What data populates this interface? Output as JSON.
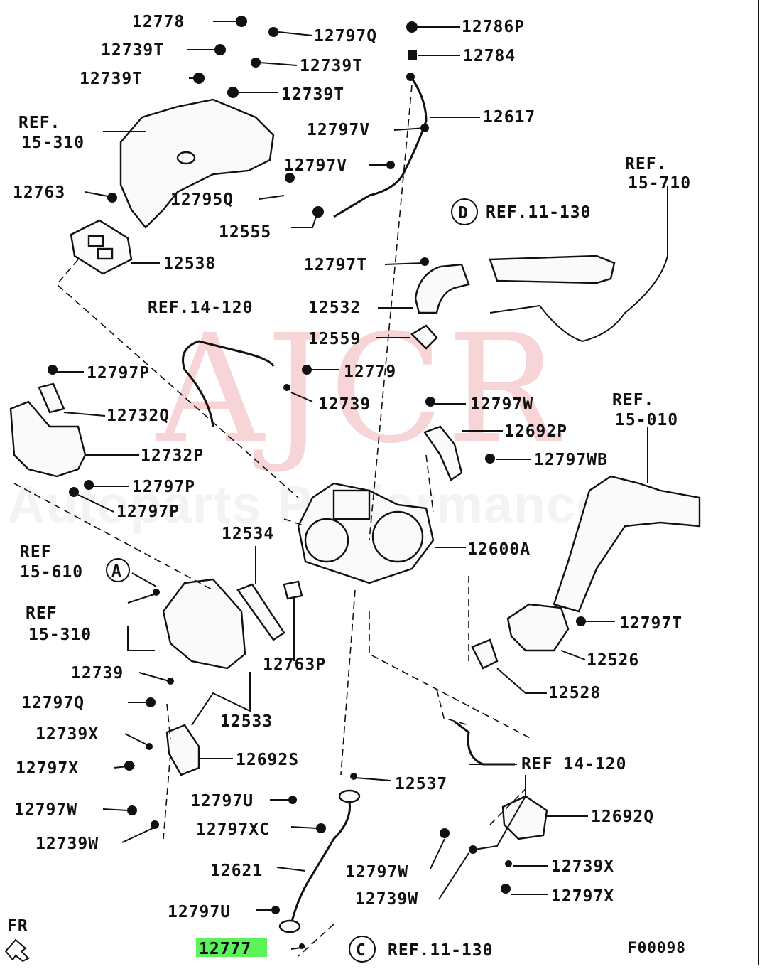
{
  "diagram": {
    "labels": [
      {
        "id": "l1",
        "text": "12778"
      },
      {
        "id": "l2",
        "text": "12797Q"
      },
      {
        "id": "l3",
        "text": "12786P"
      },
      {
        "id": "l4",
        "text": "12739T"
      },
      {
        "id": "l5",
        "text": "12739T"
      },
      {
        "id": "l6",
        "text": "12784"
      },
      {
        "id": "l7",
        "text": "12739T"
      },
      {
        "id": "l8",
        "text": "12739T"
      },
      {
        "id": "l9",
        "text": "REF."
      },
      {
        "id": "l10",
        "text": "15-310"
      },
      {
        "id": "l11",
        "text": "12617"
      },
      {
        "id": "l12",
        "text": "12797V"
      },
      {
        "id": "l13",
        "text": "12797V"
      },
      {
        "id": "l14",
        "text": "REF."
      },
      {
        "id": "l15",
        "text": "15-710"
      },
      {
        "id": "l16",
        "text": "12763"
      },
      {
        "id": "l17",
        "text": "12795Q"
      },
      {
        "id": "l18",
        "text": "REF.11-130"
      },
      {
        "id": "l19",
        "text": "12555"
      },
      {
        "id": "l20",
        "text": "12538"
      },
      {
        "id": "l21",
        "text": "12797T"
      },
      {
        "id": "l22",
        "text": "REF.14-120"
      },
      {
        "id": "l23",
        "text": "12532"
      },
      {
        "id": "l24",
        "text": "12559"
      },
      {
        "id": "l25",
        "text": "12797P"
      },
      {
        "id": "l26",
        "text": "12779"
      },
      {
        "id": "l27",
        "text": "12739"
      },
      {
        "id": "l28",
        "text": "12797W"
      },
      {
        "id": "l29",
        "text": "REF."
      },
      {
        "id": "l30",
        "text": "15-010"
      },
      {
        "id": "l31",
        "text": "12732Q"
      },
      {
        "id": "l32",
        "text": "12692P"
      },
      {
        "id": "l33",
        "text": "12732P"
      },
      {
        "id": "l34",
        "text": "12797WB"
      },
      {
        "id": "l35",
        "text": "12797P"
      },
      {
        "id": "l36",
        "text": "12797P"
      },
      {
        "id": "l37",
        "text": "12534"
      },
      {
        "id": "l38",
        "text": "REF"
      },
      {
        "id": "l39",
        "text": "15-610"
      },
      {
        "id": "l40",
        "text": "12600A"
      },
      {
        "id": "l41",
        "text": "REF"
      },
      {
        "id": "l42",
        "text": "15-310"
      },
      {
        "id": "l43",
        "text": "12797T"
      },
      {
        "id": "l44",
        "text": "12526"
      },
      {
        "id": "l45",
        "text": "12739"
      },
      {
        "id": "l46",
        "text": "12763P"
      },
      {
        "id": "l47",
        "text": "12797Q"
      },
      {
        "id": "l48",
        "text": "12528"
      },
      {
        "id": "l49",
        "text": "12533"
      },
      {
        "id": "l50",
        "text": "12739X"
      },
      {
        "id": "l51",
        "text": "12692S"
      },
      {
        "id": "l52",
        "text": "REF 14-120"
      },
      {
        "id": "l53",
        "text": "12797X"
      },
      {
        "id": "l54",
        "text": "12537"
      },
      {
        "id": "l55",
        "text": "12797U"
      },
      {
        "id": "l56",
        "text": "12797W"
      },
      {
        "id": "l57",
        "text": "12692Q"
      },
      {
        "id": "l58",
        "text": "12797XC"
      },
      {
        "id": "l59",
        "text": "12739W"
      },
      {
        "id": "l60",
        "text": "12621"
      },
      {
        "id": "l61",
        "text": "12797W"
      },
      {
        "id": "l62",
        "text": "12739X"
      },
      {
        "id": "l63",
        "text": "12739W"
      },
      {
        "id": "l64",
        "text": "12797X"
      },
      {
        "id": "l65",
        "text": "12797U"
      },
      {
        "id": "l66",
        "text": "FR"
      },
      {
        "id": "l67",
        "text": "12777"
      },
      {
        "id": "l68",
        "text": "REF.11-130"
      },
      {
        "id": "l69",
        "text": "F00098"
      }
    ],
    "circled_refs": {
      "A": "A",
      "C": "C",
      "D": "D"
    },
    "highlighted_label": "12777",
    "highlight_color": "#5cf25a",
    "watermark": {
      "main": "AJCR",
      "sub": "Autoparts Performance",
      "color": "#dc3c46"
    }
  }
}
